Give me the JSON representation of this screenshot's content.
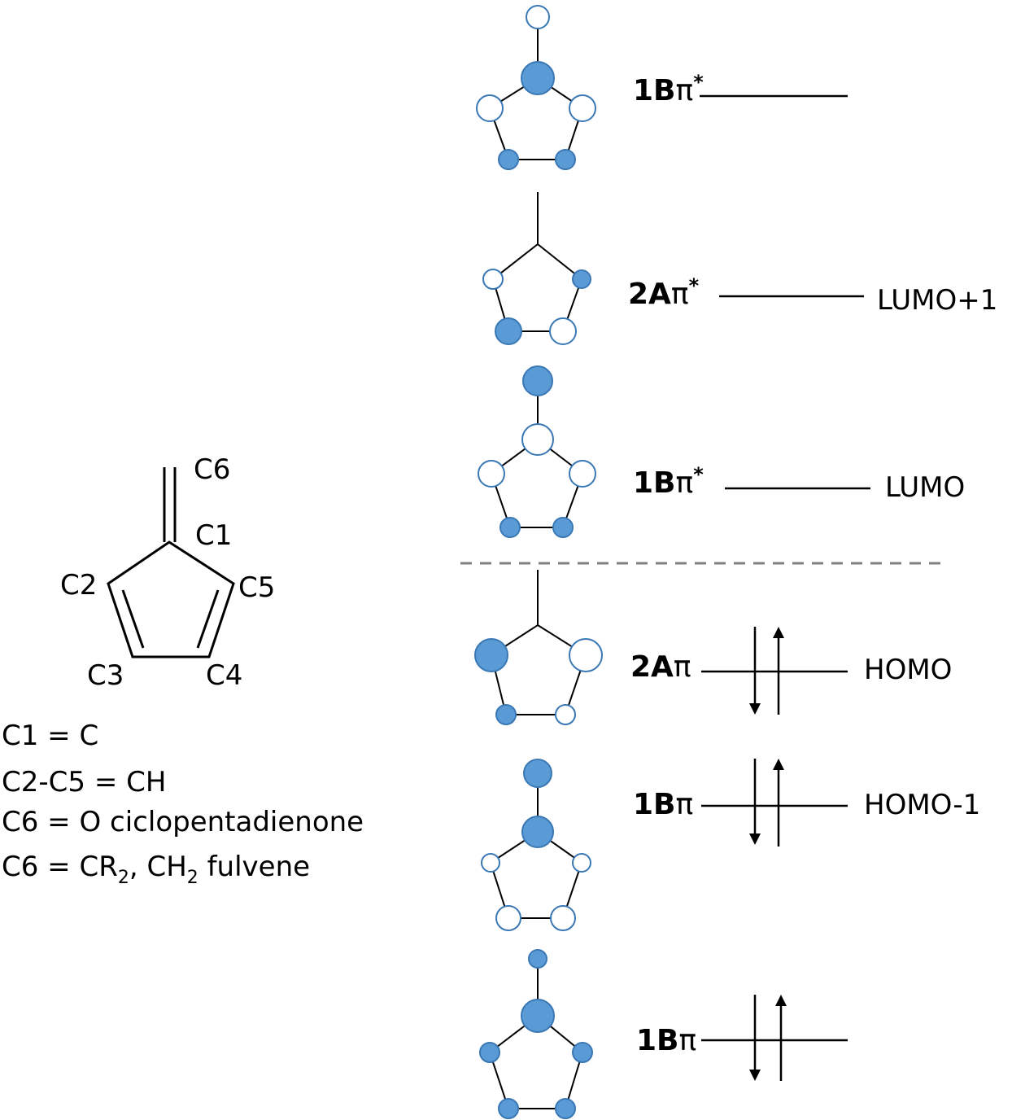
{
  "molecule": {
    "atom_labels": [
      "C6",
      "C1",
      "C2",
      "C5",
      "C3",
      "C4"
    ],
    "definitions": [
      {
        "main": "C1 = C"
      },
      {
        "main": "C2-C5 = CH"
      },
      {
        "main": "C6 = O ciclopentadienone"
      },
      {
        "p1": "C6 = CR",
        "s1": "2",
        "p2": ", CH",
        "s2": "2",
        "p3": " fulvene"
      }
    ]
  },
  "orbitals": [
    {
      "symmetry": "1B",
      "greek": "π",
      "star": "*",
      "frontier_label": "",
      "electrons": 0
    },
    {
      "symmetry": "2A",
      "greek": "π",
      "star": "*",
      "frontier_label": "LUMO+1",
      "electrons": 0
    },
    {
      "symmetry": "1B",
      "greek": "π",
      "star": "*",
      "frontier_label": "LUMO",
      "electrons": 0
    },
    {
      "symmetry": "2A",
      "greek": "π",
      "star": "",
      "frontier_label": "HOMO",
      "electrons": 2
    },
    {
      "symmetry": "1B",
      "greek": "π",
      "star": "",
      "frontier_label": "HOMO-1",
      "electrons": 2
    },
    {
      "symmetry": "1B",
      "greek": "π",
      "star": "",
      "frontier_label": "",
      "electrons": 2
    }
  ],
  "colors": {
    "lobe_filled": "#5b9bd5",
    "lobe_outline": "#3a78b5",
    "divider": "#808080"
  }
}
